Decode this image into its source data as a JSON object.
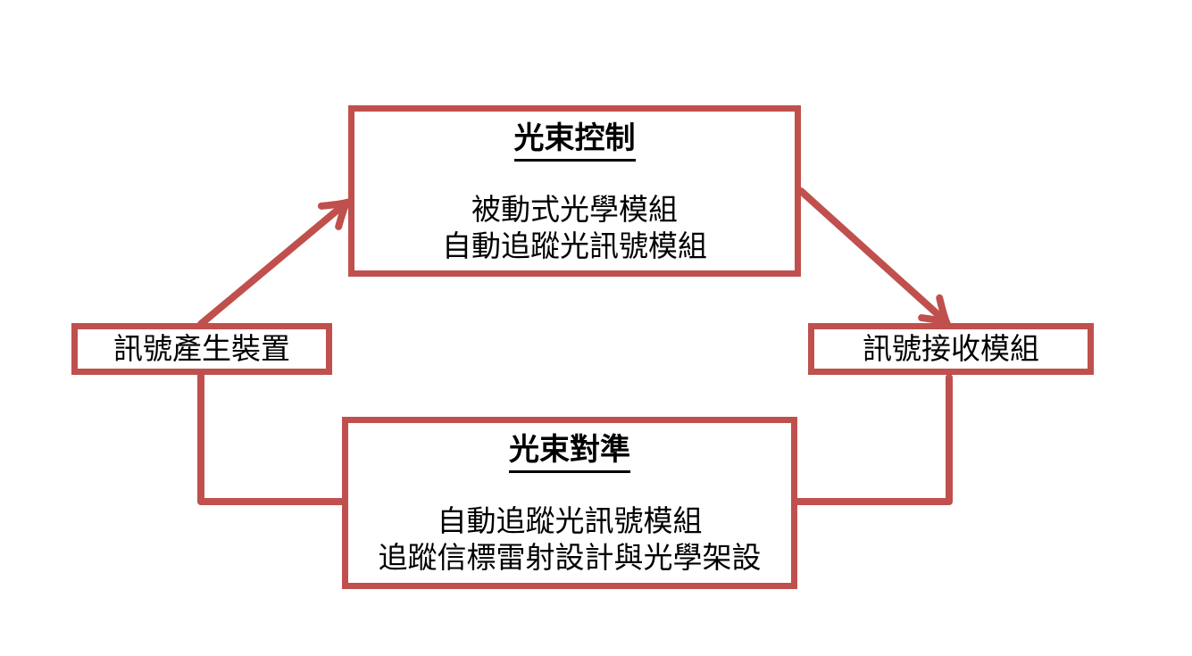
{
  "diagram": {
    "accent_color": "#C0504D",
    "text_color": "#000000",
    "background_color": "#FFFFFF",
    "nodes": {
      "beam_control": {
        "title": "光束控制",
        "lines": [
          "被動式光學模組",
          "自動追蹤光訊號模組"
        ]
      },
      "signal_source": {
        "label": "訊號產生裝置"
      },
      "signal_receiver": {
        "label": "訊號接收模組"
      },
      "beam_alignment": {
        "title": "光束對準",
        "lines": [
          "自動追蹤光訊號模組",
          "追蹤信標雷射設計與光學架設"
        ]
      }
    },
    "edges": [
      {
        "from": "訊號產生裝置",
        "to": "光束控制",
        "style": "arrow"
      },
      {
        "from": "光束控制",
        "to": "訊號接收模組",
        "style": "arrow"
      },
      {
        "from": "訊號產生裝置",
        "to": "光束對準",
        "style": "elbow-line"
      },
      {
        "from": "光束對準",
        "to": "訊號接收模組",
        "style": "elbow-line"
      }
    ]
  }
}
